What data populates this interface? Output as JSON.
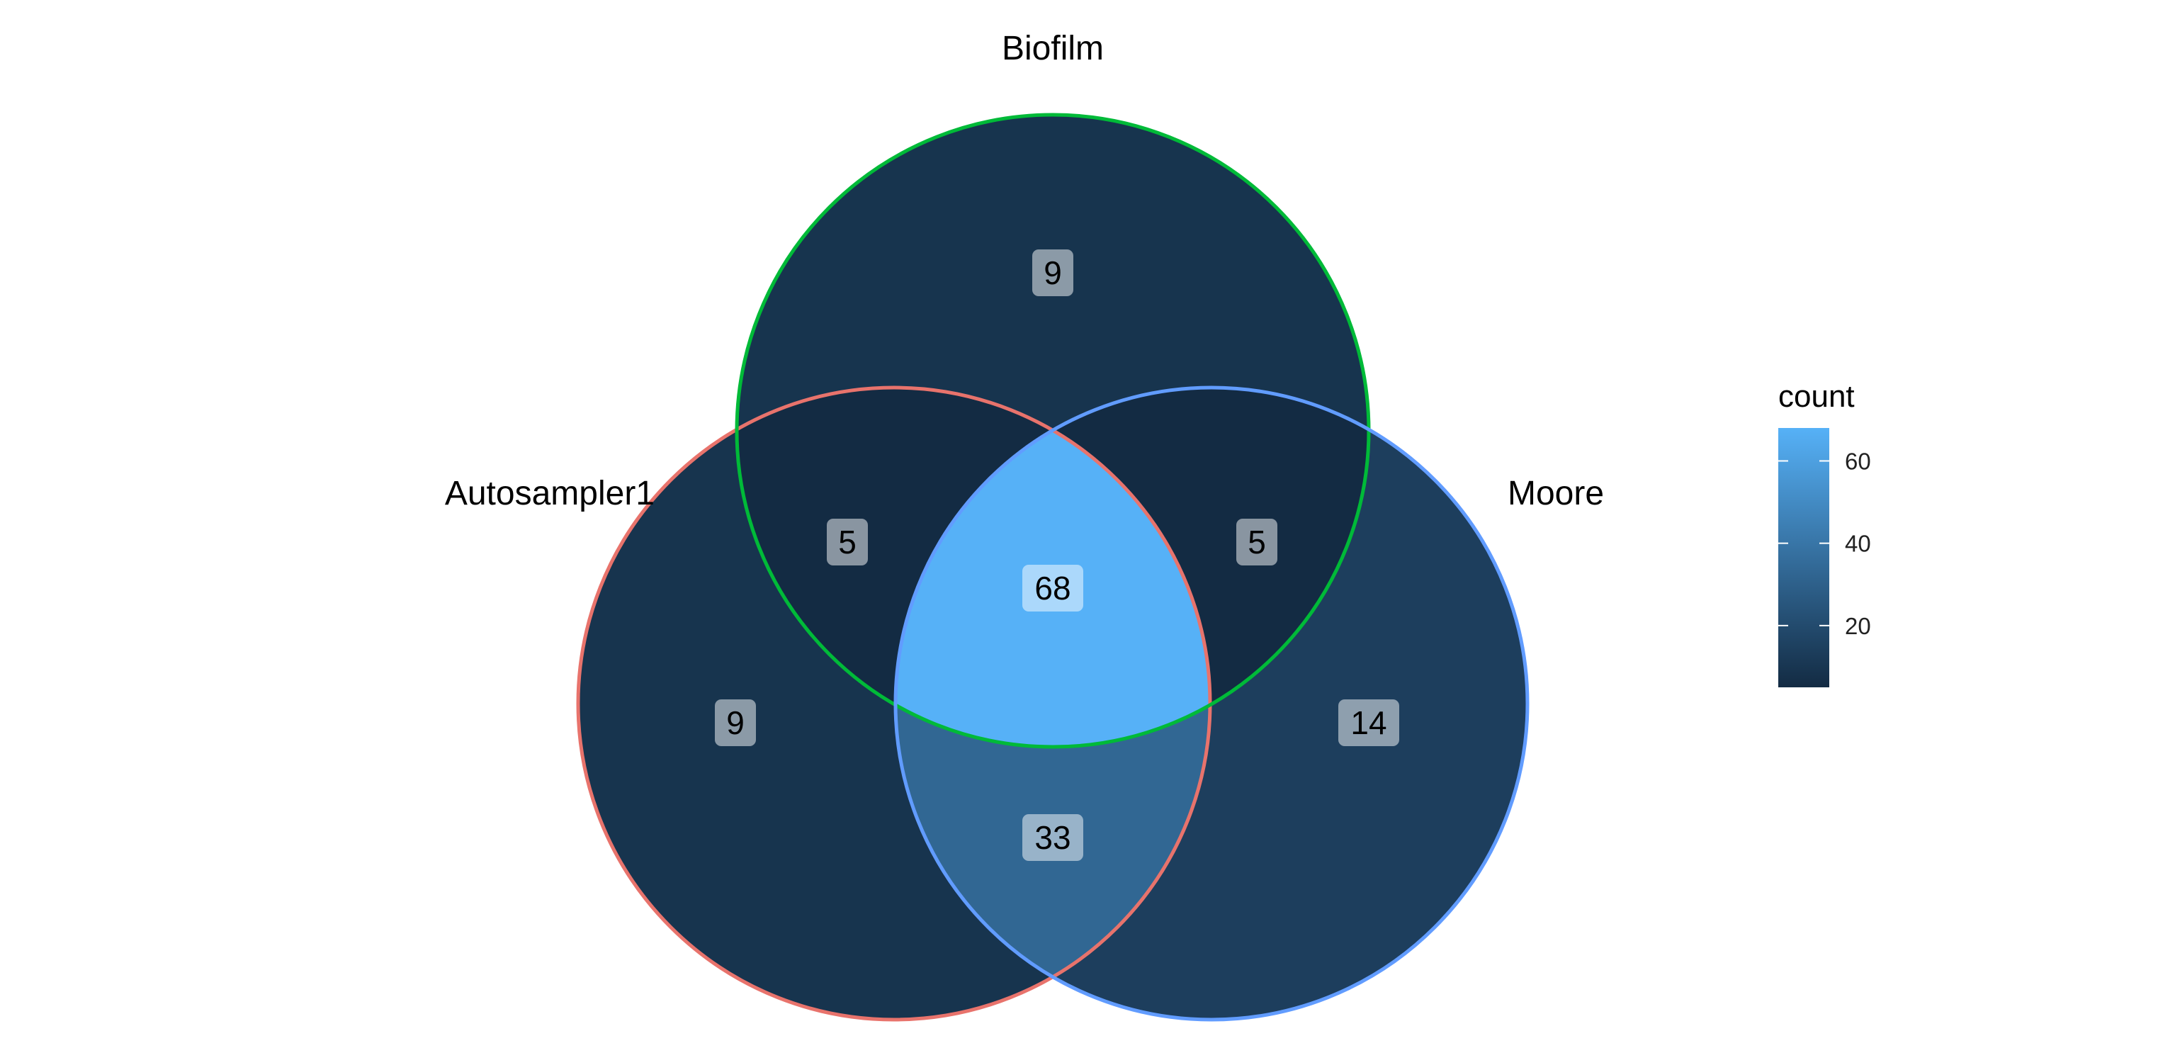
{
  "chart_data": {
    "type": "venn",
    "sets": [
      {
        "key": "A",
        "label": "Autosampler1",
        "outline_color": "#E8736C"
      },
      {
        "key": "B",
        "label": "Biofilm",
        "outline_color": "#00BA38"
      },
      {
        "key": "M",
        "label": "Moore",
        "outline_color": "#619CFF"
      }
    ],
    "regions": [
      {
        "sets": [
          "B"
        ],
        "count": 9
      },
      {
        "sets": [
          "A"
        ],
        "count": 9
      },
      {
        "sets": [
          "M"
        ],
        "count": 14
      },
      {
        "sets": [
          "A",
          "B"
        ],
        "count": 5
      },
      {
        "sets": [
          "B",
          "M"
        ],
        "count": 5
      },
      {
        "sets": [
          "A",
          "M"
        ],
        "count": 33
      },
      {
        "sets": [
          "A",
          "B",
          "M"
        ],
        "count": 68
      }
    ],
    "legend": {
      "title": "count",
      "ticks": [
        20,
        40,
        60
      ],
      "range": [
        5,
        68
      ],
      "low_color": "#132B43",
      "high_color": "#56B1F7",
      "position": "right"
    }
  }
}
